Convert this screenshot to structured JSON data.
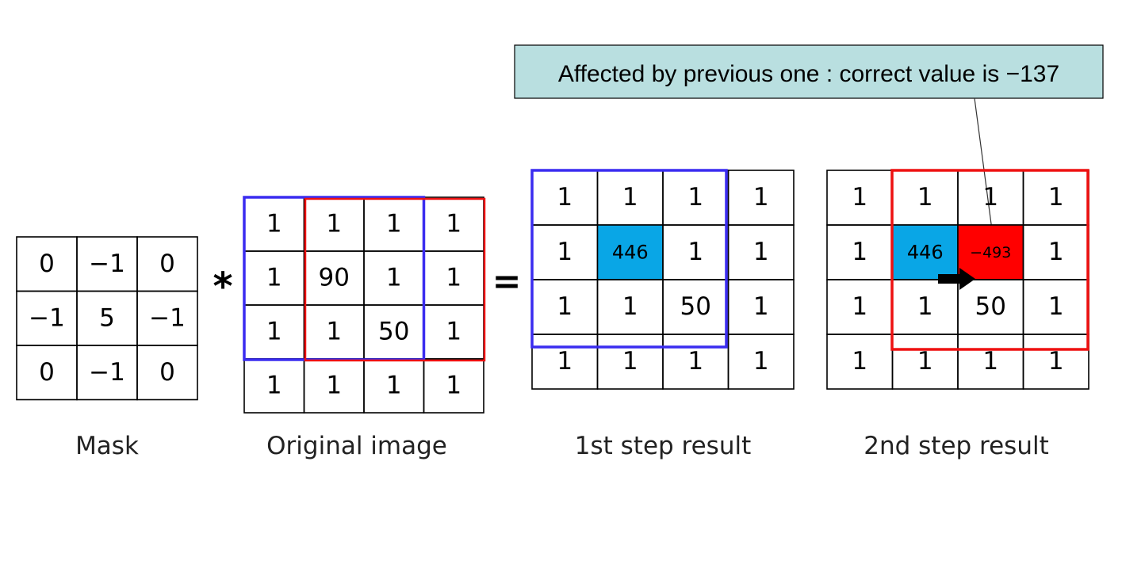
{
  "callout": {
    "text": "Affected by previous one : correct value is −137",
    "background": "#b9dfe0"
  },
  "operators": {
    "convolve": "*",
    "equals": "="
  },
  "colors": {
    "blue_frame": "#3a2cf0",
    "red_frame": "#ee1111",
    "cyan_cell": "#09a6e6",
    "red_cell": "#ff0000",
    "arrow": "#000000"
  },
  "matrices": {
    "mask": {
      "label": "Mask",
      "cells": [
        [
          "0",
          "−1",
          "0"
        ],
        [
          "−1",
          "5",
          "−1"
        ],
        [
          "0",
          "−1",
          "0"
        ]
      ]
    },
    "original": {
      "label": "Original image",
      "cells": [
        [
          "1",
          "1",
          "1",
          "1"
        ],
        [
          "1",
          "90",
          "1",
          "1"
        ],
        [
          "1",
          "1",
          "50",
          "1"
        ],
        [
          "1",
          "1",
          "1",
          "1"
        ]
      ]
    },
    "step1": {
      "label": "1st step result",
      "cells": [
        [
          "1",
          "1",
          "1",
          "1"
        ],
        [
          "1",
          "446",
          "1",
          "1"
        ],
        [
          "1",
          "1",
          "50",
          "1"
        ],
        [
          "1",
          "1",
          "1",
          "1"
        ]
      ]
    },
    "step2": {
      "label": "2nd step result",
      "cells": [
        [
          "1",
          "1",
          "1",
          "1"
        ],
        [
          "1",
          "446",
          "−493",
          "1"
        ],
        [
          "1",
          "1",
          "50",
          "1"
        ],
        [
          "1",
          "1",
          "1",
          "1"
        ]
      ]
    }
  }
}
